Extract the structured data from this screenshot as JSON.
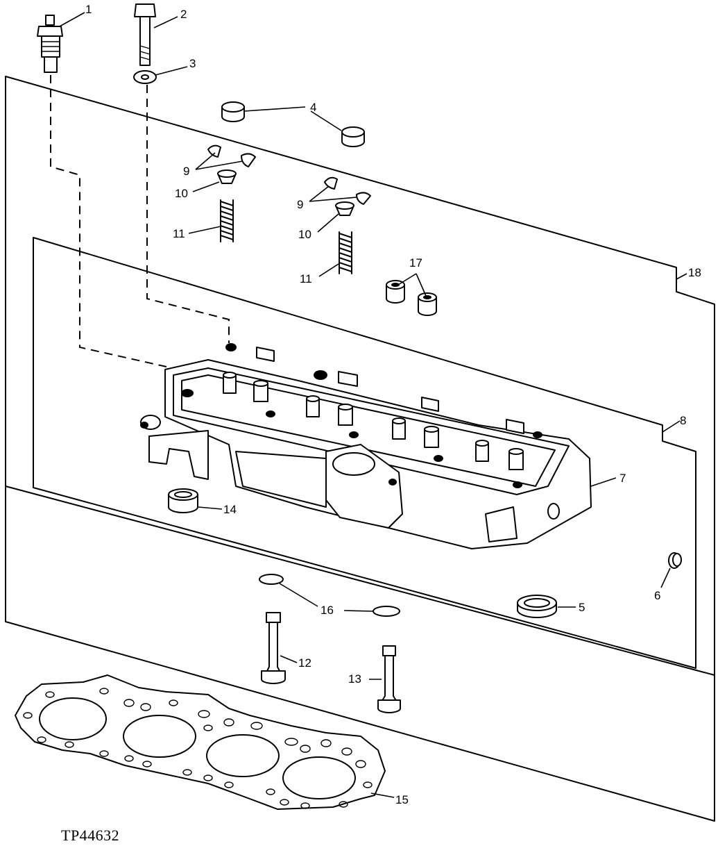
{
  "figure": {
    "id": "TP44632"
  },
  "callouts": {
    "c1": "1",
    "c2": "2",
    "c3": "3",
    "c4": "4",
    "c5": "5",
    "c6": "6",
    "c7": "7",
    "c8": "8",
    "c9a": "9",
    "c9b": "9",
    "c10a": "10",
    "c10b": "10",
    "c11a": "11",
    "c11b": "11",
    "c12": "12",
    "c13": "13",
    "c14": "14",
    "c15": "15",
    "c16": "16",
    "c17": "17",
    "c18": "18"
  }
}
